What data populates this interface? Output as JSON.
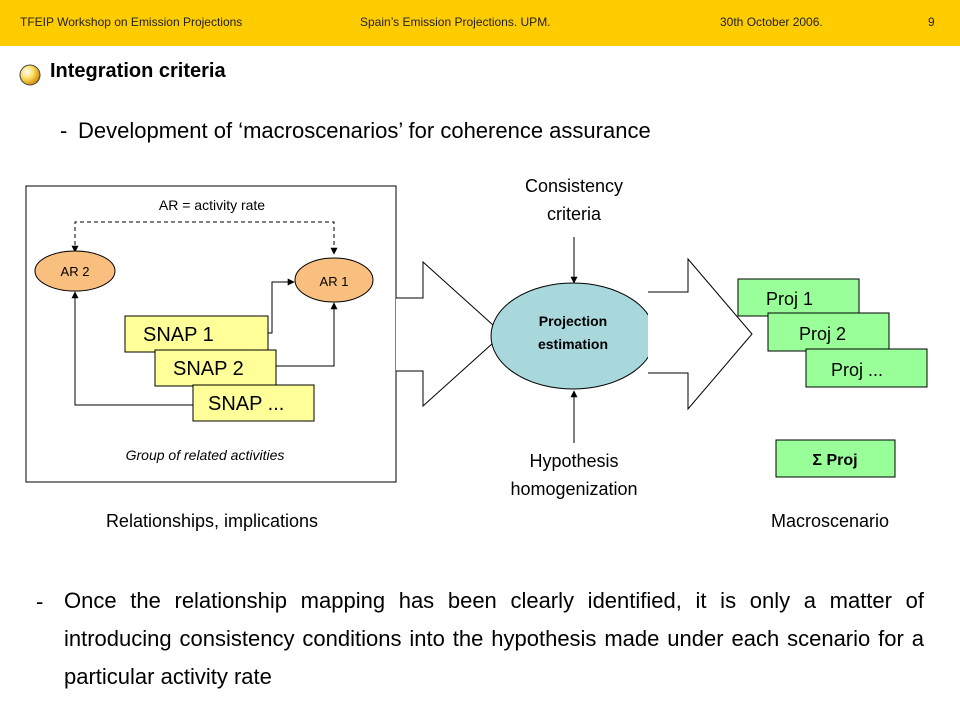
{
  "header": {
    "left": "TFEIP Workshop on Emission Projections",
    "center": "Spain’s Emission Projections. UPM.",
    "date": "30th October  2006.",
    "page": "9"
  },
  "title": "Integration criteria",
  "bullets": {
    "dash": "-",
    "development": "Development of ‘macroscenarios’ for coherence assurance",
    "once": "Once the relationship mapping has been clearly identified, it is only a matter of introducing consistency conditions into the hypothesis made under each scenario for a particular activity rate"
  },
  "diagram": {
    "ar_legend": "AR = activity rate",
    "ar2": "AR 2",
    "ar1": "AR 1",
    "snap1": "SNAP 1",
    "snap2": "SNAP 2",
    "snap3": "SNAP ...",
    "group_label": "Group of related activities",
    "relationships": "Relationships,  implications",
    "consistency_1": "Consistency",
    "consistency_2": "criteria",
    "projection_1": "Projection",
    "projection_2": "estimation",
    "hypothesis_1": "Hypothesis",
    "hypothesis_2": "homogenization",
    "proj1": "Proj 1",
    "proj2": "Proj 2",
    "proj3": "Proj ...",
    "sum_proj": "Σ Proj",
    "macroscenario": "Macroscenario"
  },
  "colors": {
    "header_bar": "#ffcc00",
    "ellipse_fill": "#f9bf7f",
    "snap_fill": "#ffff99",
    "proj_fill": "#99ff99",
    "center_ellipse": "#a8d8dc"
  }
}
